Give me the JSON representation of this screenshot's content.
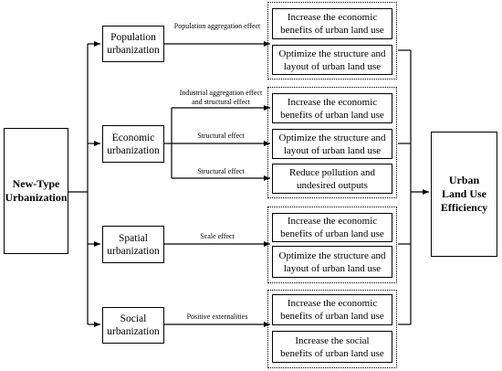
{
  "source": {
    "label": "New-Type Urbanization"
  },
  "target": {
    "label": "Urban Land Use Efficiency"
  },
  "dimensions": [
    {
      "label": "Population urbanization"
    },
    {
      "label": "Economic urbanization"
    },
    {
      "label": "Spatial urbanization"
    },
    {
      "label": "Social urbanization"
    }
  ],
  "effects": [
    {
      "label": "Population aggregation effect"
    },
    {
      "label": "Industrial aggregation effect and structural effect"
    },
    {
      "label": "Structural effect"
    },
    {
      "label": "Structural effect"
    },
    {
      "label": "Scale effect"
    },
    {
      "label": "Positive externalities"
    }
  ],
  "outcomes": [
    {
      "label": "Increase the economic benefits of urban land use"
    },
    {
      "label": "Optimize the structure and layout of urban land use"
    },
    {
      "label": "Increase the economic benefits of urban land use"
    },
    {
      "label": "Optimize the structure and layout of urban land use"
    },
    {
      "label": "Reduce pollution and undesired outputs"
    },
    {
      "label": "Increase the economic benefits of urban land use"
    },
    {
      "label": "Optimize the structure and layout of urban land use"
    },
    {
      "label": "Increase the economic benefits of urban land use"
    },
    {
      "label": "Increase the social benefits of urban land use"
    }
  ]
}
